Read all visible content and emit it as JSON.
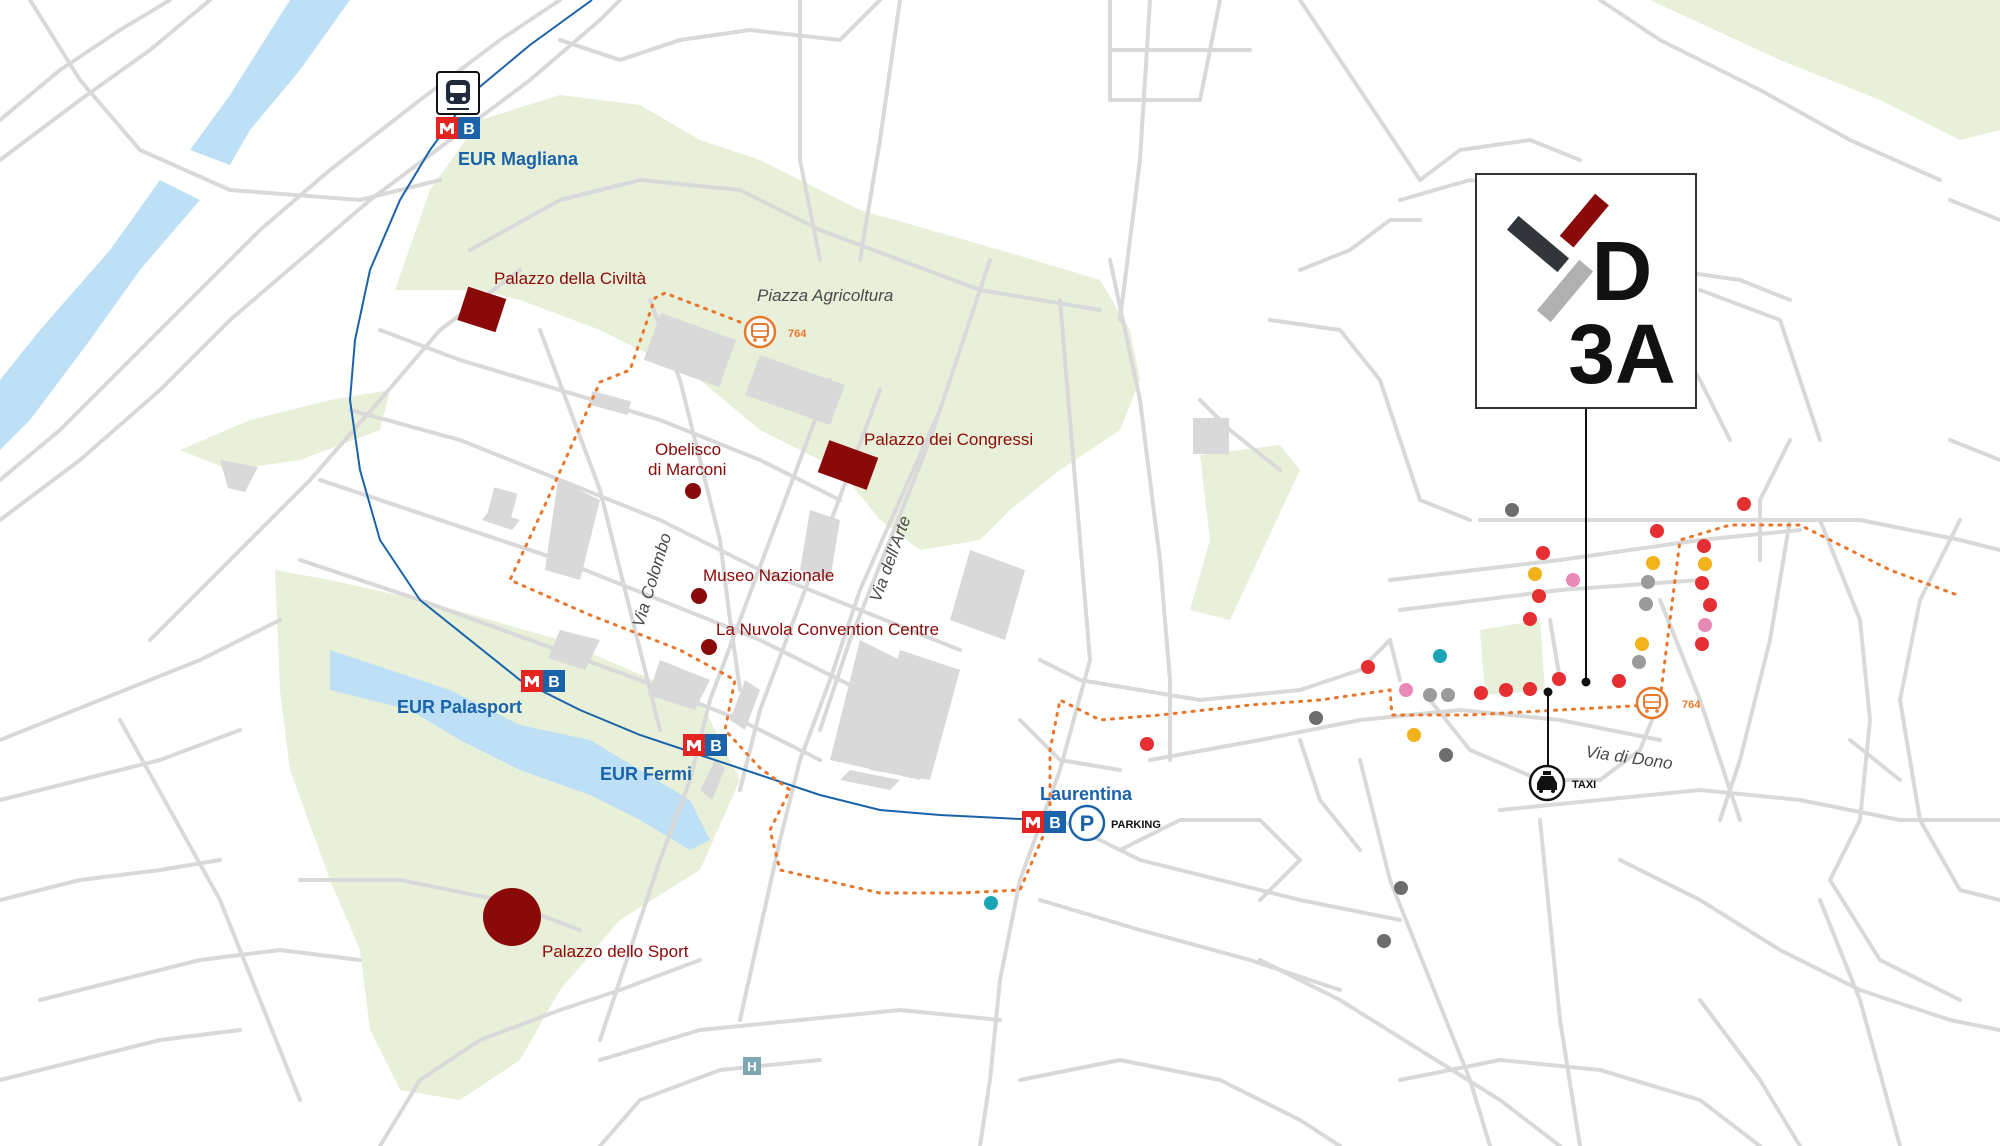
{
  "map": {
    "pois": {
      "palazzo_civilta": "Palazzo della Civiltà",
      "palazzo_congressi": "Palazzo dei Congressi",
      "obelisco_line1": "Obelisco",
      "obelisco_line2": "di Marconi",
      "museo": "Museo Nazionale",
      "nuvola": "La Nuvola Convention Centre",
      "palazzo_sport": "Palazzo dello Sport"
    },
    "stations": {
      "magliana": "EUR Magliana",
      "palasport": "EUR Palasport",
      "fermi": "EUR Fermi",
      "laurentina": "Laurentina"
    },
    "streets": {
      "piazza": "Piazza Agricoltura",
      "colombo": "Via Colombo",
      "arte": "Via dell'Arte",
      "dono": "Via di Dono"
    },
    "metro_line": "B",
    "parking_symbol": "P",
    "parking": "PARKING",
    "taxi": "TAXI",
    "bus_line": "764",
    "hospital": "H",
    "logo": {
      "line1": "D",
      "line2": "3A"
    },
    "colors": {
      "park": "#e9f0d9",
      "water": "#bde0f7",
      "road": "#d9d9d9",
      "poi": "#8a0a0a",
      "metro_line": "#1a63a8",
      "metro_red": "#e52421",
      "bus_route": "#e8772e"
    },
    "icons": [
      "train-icon",
      "metro-icon",
      "bus-icon",
      "taxi-icon",
      "parking-icon",
      "hospital-icon"
    ]
  }
}
